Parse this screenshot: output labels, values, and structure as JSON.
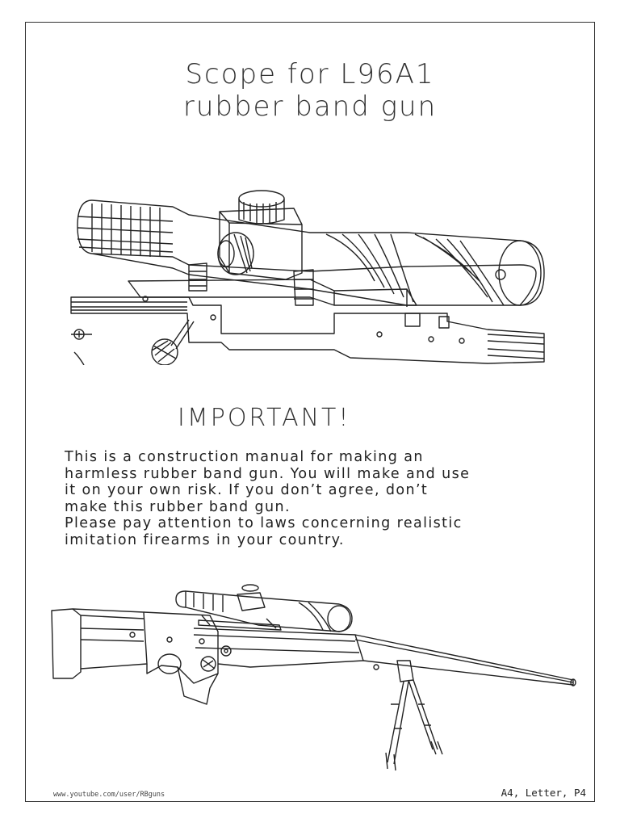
{
  "title": {
    "line1": "Scope for L96A1",
    "line2": "rubber band gun"
  },
  "important": {
    "heading": "IMPORTANT!",
    "lines": [
      "This is a construction manual for making an",
      "harmless rubber band gun. You will make and use",
      "it on your own risk. If you don’t agree, don’t",
      "make this rubber band gun.",
      "Please pay attention to laws concerning realistic",
      "imitation firearms in your country."
    ]
  },
  "footer": {
    "url": "www.youtube.com/user/RBguns",
    "page_info": "A4, Letter, P4"
  },
  "colors": {
    "line": "#222222",
    "background": "#ffffff"
  }
}
